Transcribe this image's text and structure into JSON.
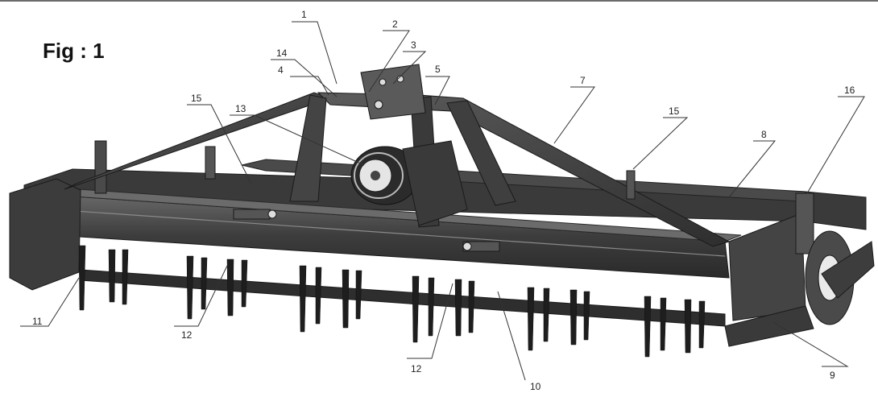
{
  "figure": {
    "title": "Fig : 1"
  },
  "colors": {
    "frame": "#3f3f3f",
    "frame_dark": "#262626",
    "frame_light": "#5a5a5a",
    "tine": "#1e1e1e",
    "highlight": "#8a8a8a",
    "background": "#ffffff"
  },
  "callouts": [
    {
      "id": "c1",
      "label": "1"
    },
    {
      "id": "c2",
      "label": "2"
    },
    {
      "id": "c3",
      "label": "3"
    },
    {
      "id": "c4",
      "label": "4"
    },
    {
      "id": "c5",
      "label": "5"
    },
    {
      "id": "c7",
      "label": "7"
    },
    {
      "id": "c8",
      "label": "8"
    },
    {
      "id": "c9",
      "label": "9"
    },
    {
      "id": "c10",
      "label": "10"
    },
    {
      "id": "c11",
      "label": "11"
    },
    {
      "id": "c12a",
      "label": "12"
    },
    {
      "id": "c12b",
      "label": "12"
    },
    {
      "id": "c13",
      "label": "13"
    },
    {
      "id": "c14",
      "label": "14"
    },
    {
      "id": "c15a",
      "label": "15"
    },
    {
      "id": "c15b",
      "label": "15"
    },
    {
      "id": "c16",
      "label": "16"
    }
  ]
}
